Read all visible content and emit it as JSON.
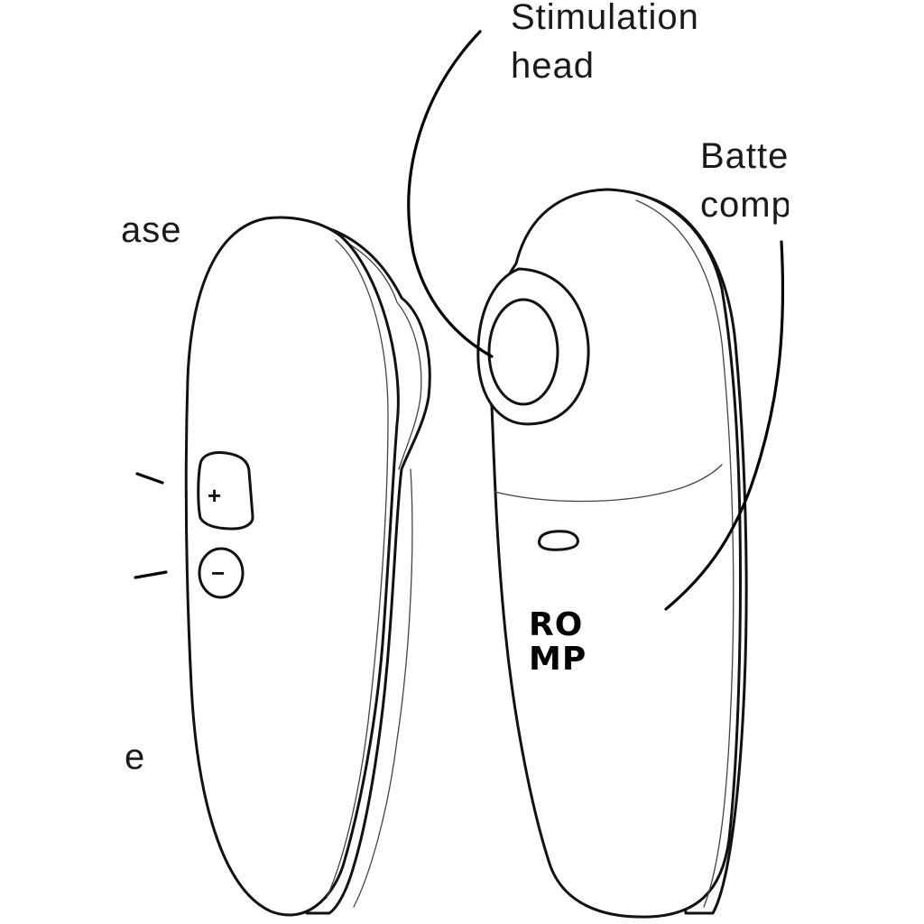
{
  "labels": {
    "stimulation_head_line1": "Stimulation",
    "stimulation_head_line2": "head",
    "battery_line1": "Batte",
    "battery_line2": "comp",
    "left_partial": "ase",
    "left_small_mark": "e"
  },
  "buttons": {
    "plus": "+",
    "minus": "−"
  },
  "logo": {
    "line1": "RO",
    "line2": "MP"
  }
}
